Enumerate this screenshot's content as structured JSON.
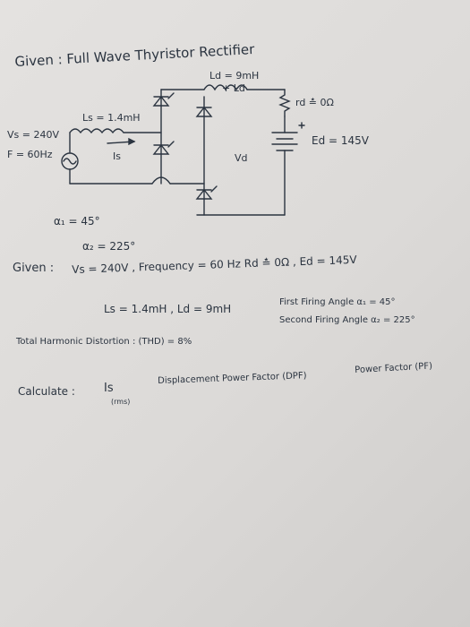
{
  "title": "Given : Full Wave Thyristor Rectifier",
  "circuit": {
    "ld_top": "Ld = 9mH",
    "ld_plus": "+  Ld",
    "rd": "rd ≛ 0Ω",
    "ls": "Ls = 1.4mH",
    "vs": "Vs = 240V",
    "freq": "F = 60Hz",
    "is": "Is",
    "vd": "Vd",
    "ed": "Ed = 145V",
    "alpha1": "α₁ = 45°",
    "alpha2": "α₂ = 225°"
  },
  "given": {
    "label": "Given :",
    "line1": "Vs = 240V , Frequency = 60 Hz   Rd ≛ 0Ω   , Ed = 145V",
    "line2a": "Ls = 1.4mH  ,  Ld = 9mH",
    "line2b": "First Firing Angle α₁ = 45°",
    "line2c": "Second Firing Angle α₂ = 225°",
    "thd": "Total Harmonic Distortion : (THD) = 8%"
  },
  "calculate": {
    "label": "Calculate :",
    "is": "Is",
    "rms": "(rms)",
    "dpf": "Displacement Power Factor (DPF)",
    "pf": "Power Factor (PF)"
  }
}
